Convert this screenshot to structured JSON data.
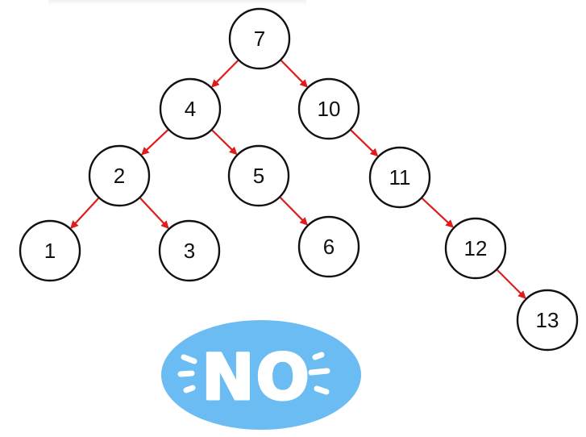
{
  "tree": {
    "nodes": [
      {
        "id": "n7",
        "label": "7"
      },
      {
        "id": "n4",
        "label": "4"
      },
      {
        "id": "n10",
        "label": "10"
      },
      {
        "id": "n2",
        "label": "2"
      },
      {
        "id": "n5",
        "label": "5"
      },
      {
        "id": "n11",
        "label": "11"
      },
      {
        "id": "n1",
        "label": "1"
      },
      {
        "id": "n3",
        "label": "3"
      },
      {
        "id": "n6",
        "label": "6"
      },
      {
        "id": "n12",
        "label": "12"
      },
      {
        "id": "n13",
        "label": "13"
      }
    ],
    "edges": [
      {
        "from": "n7",
        "to": "n4"
      },
      {
        "from": "n7",
        "to": "n10"
      },
      {
        "from": "n4",
        "to": "n2"
      },
      {
        "from": "n4",
        "to": "n5"
      },
      {
        "from": "n10",
        "to": "n11"
      },
      {
        "from": "n2",
        "to": "n1"
      },
      {
        "from": "n2",
        "to": "n3"
      },
      {
        "from": "n5",
        "to": "n6"
      },
      {
        "from": "n11",
        "to": "n12"
      },
      {
        "from": "n12",
        "to": "n13"
      }
    ]
  },
  "badge": {
    "text": "NO"
  },
  "colors": {
    "edge": "#e01b1b",
    "node_stroke": "#111111",
    "node_fill": "#ffffff",
    "badge_fill": "#6bbcf2",
    "badge_text": "#ffffff"
  }
}
